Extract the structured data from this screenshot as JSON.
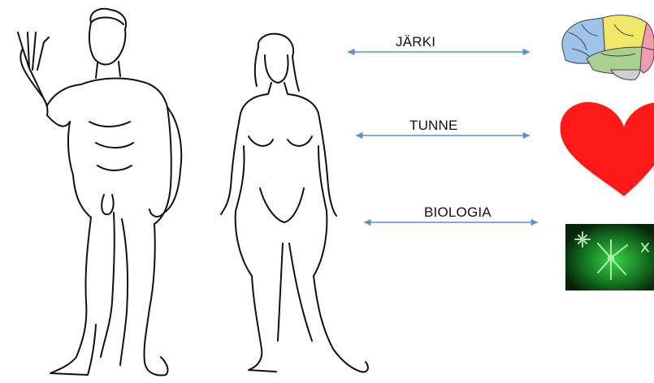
{
  "rows": [
    {
      "label": "JÄRKI",
      "icon": "brain-icon"
    },
    {
      "label": "TUNNE",
      "icon": "heart-icon"
    },
    {
      "label": "BIOLOGIA",
      "icon": "microorganism-icon"
    }
  ],
  "colors": {
    "arrow": "#5b8fd0",
    "heart": "#ff1a1a",
    "bio_bg": "#0a3a10",
    "bio_glow": "#3cd24a",
    "brain_frontal": "#f3e76a",
    "brain_parietal": "#9fc3e8",
    "brain_temporal": "#a9d08e",
    "brain_occipital": "#f29bb0",
    "line": "#111111"
  }
}
